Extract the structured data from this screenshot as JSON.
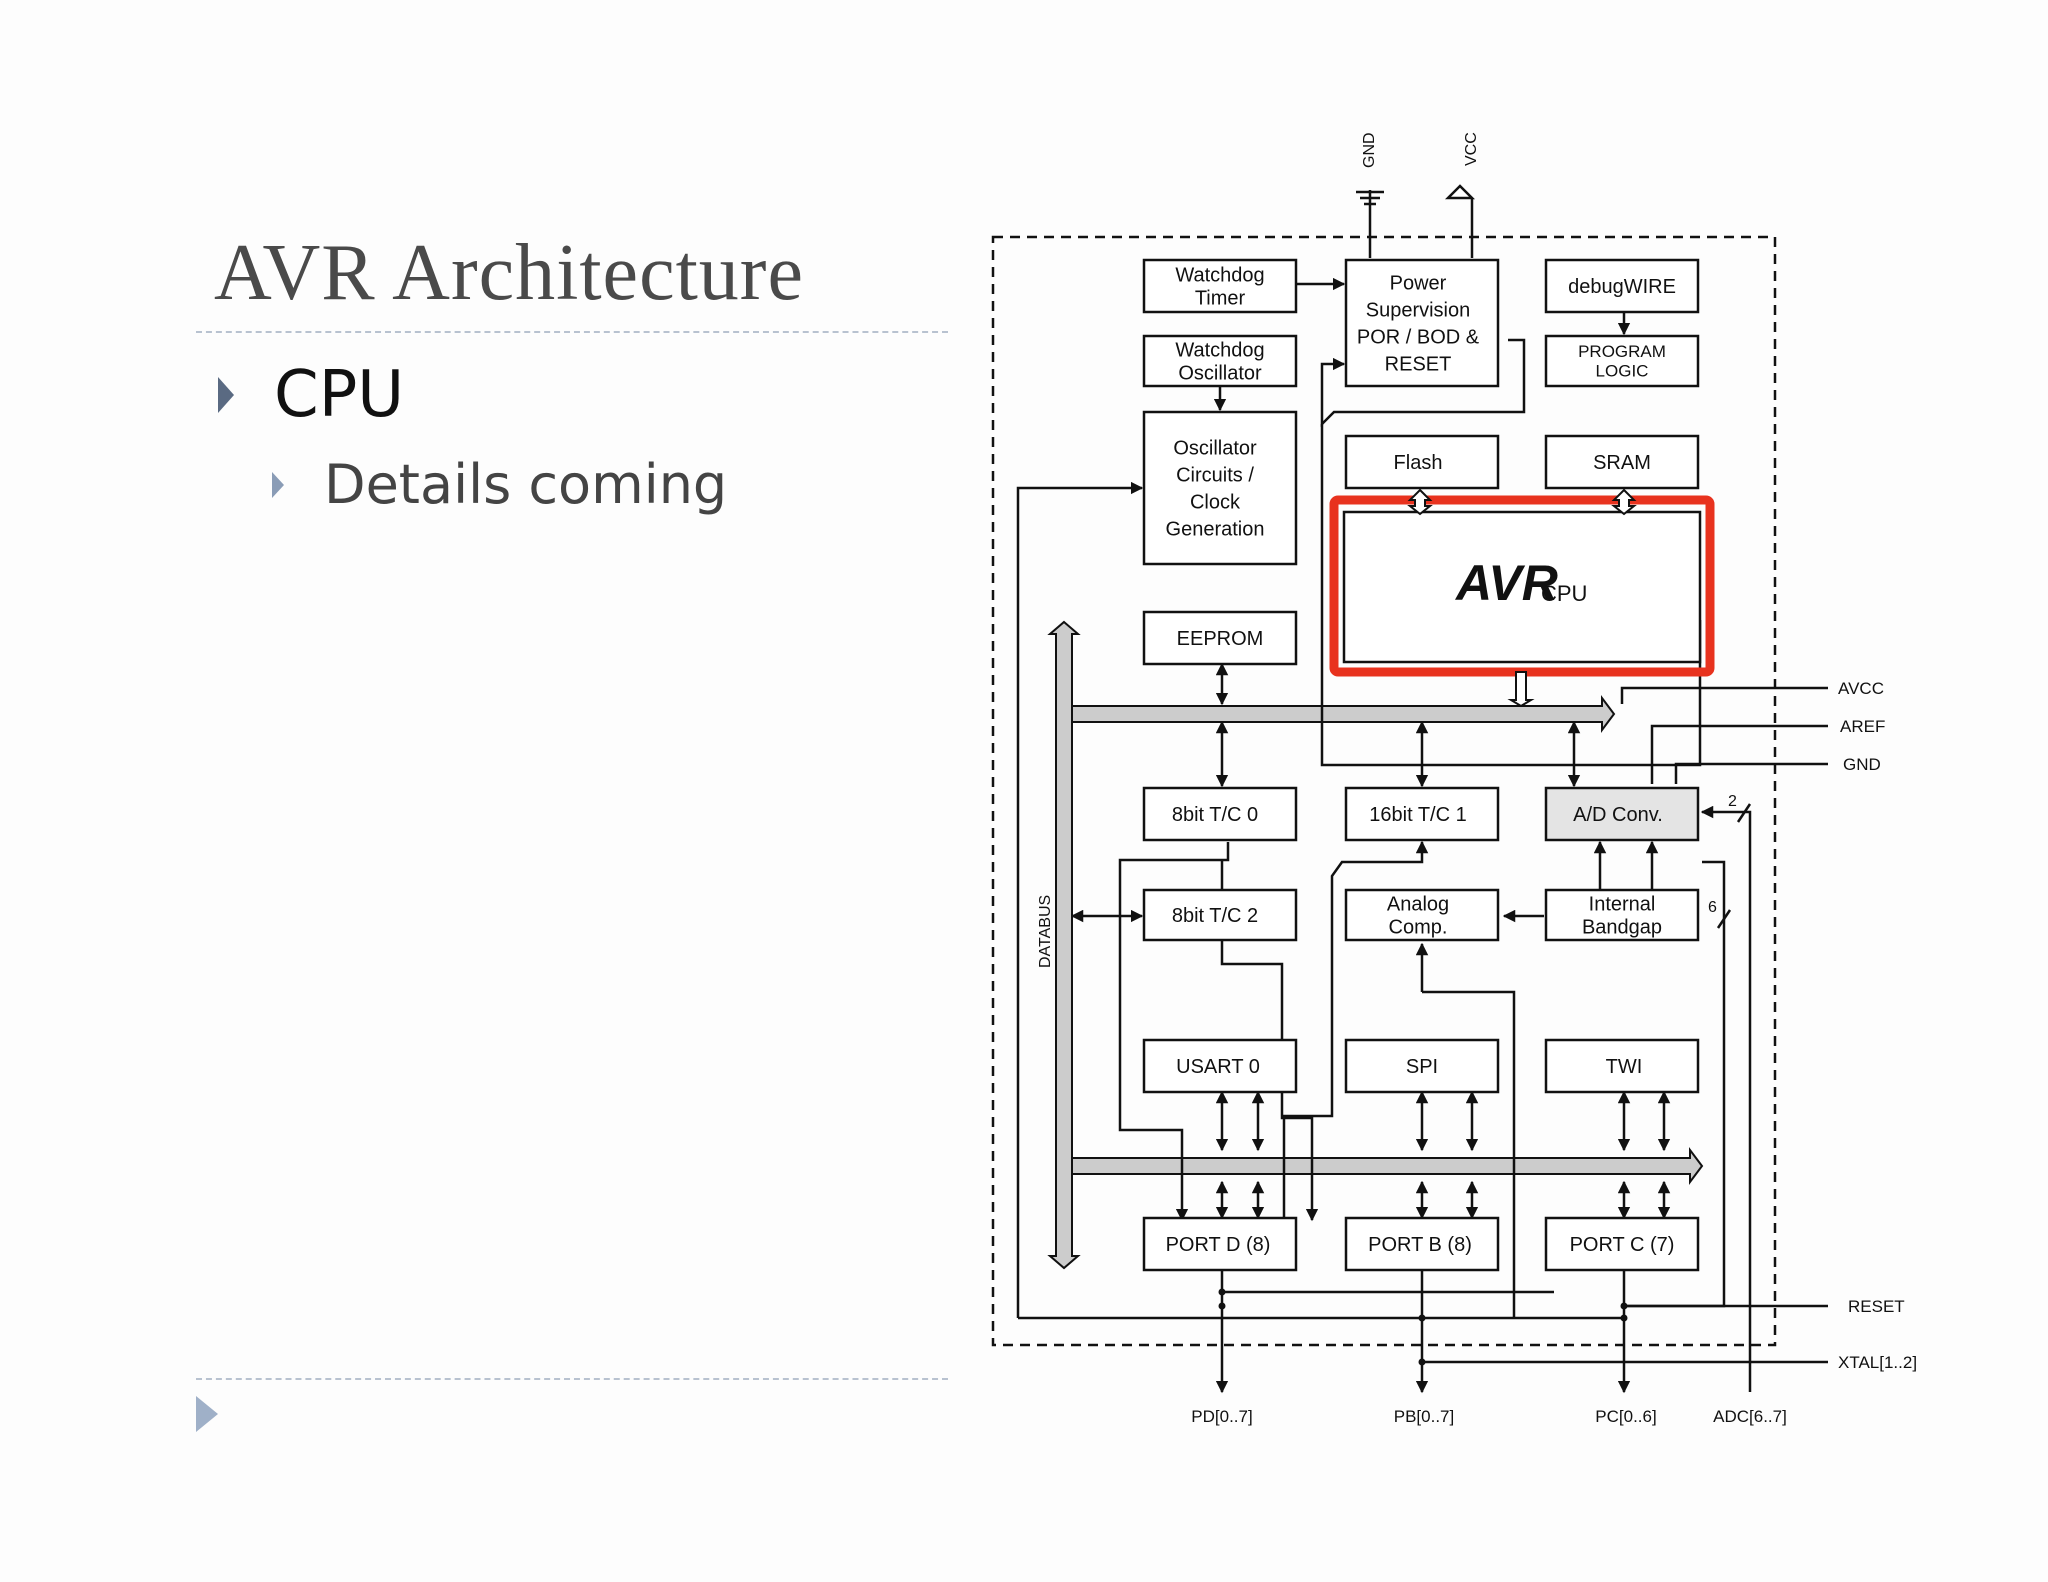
{
  "slide": {
    "title": "AVR Architecture",
    "bullet_level1": "CPU",
    "bullet_level2": "Details coming"
  },
  "diagram": {
    "pins_top": {
      "gnd": "GND",
      "vcc": "VCC"
    },
    "blocks": {
      "watchdog_timer": [
        "Watchdog",
        "Timer"
      ],
      "watchdog_oscillator": [
        "Watchdog",
        "Oscillator"
      ],
      "oscillator_circuits": [
        "Oscillator",
        "Circuits /",
        "Clock",
        "Generation"
      ],
      "power_supervision": [
        "Power",
        "Supervision",
        "POR / BOD &",
        "RESET"
      ],
      "debugwire": [
        "debugWIRE"
      ],
      "program_logic": [
        "PROGRAM",
        "LOGIC"
      ],
      "flash": [
        "Flash"
      ],
      "sram": [
        "SRAM"
      ],
      "cpu_logo": "AVR",
      "cpu_label": "CPU",
      "eeprom": [
        "EEPROM"
      ],
      "tc0": [
        "8bit T/C 0"
      ],
      "tc1": [
        "16bit T/C 1"
      ],
      "adc": [
        "A/D Conv."
      ],
      "tc2": [
        "8bit T/C 2"
      ],
      "analog_comp": [
        "Analog",
        "Comp."
      ],
      "bandgap": [
        "Internal",
        "Bandgap"
      ],
      "usart": [
        "USART 0"
      ],
      "spi": [
        "SPI"
      ],
      "twi": [
        "TWI"
      ],
      "port_d": [
        "PORT D (8)"
      ],
      "port_b": [
        "PORT B (8)"
      ],
      "port_c": [
        "PORT C (7)"
      ]
    },
    "databus_label": "DATABUS",
    "right_pins": {
      "avcc": "AVCC",
      "aref": "AREF",
      "gnd": "GND",
      "reset": "RESET",
      "xtal": "XTAL[1..2]"
    },
    "bottom_pins": {
      "pd": "PD[0..7]",
      "pb": "PB[0..7]",
      "pc": "PC[0..6]",
      "adc": "ADC[6..7]"
    },
    "bus_widths": {
      "adc_in": "2",
      "bandgap_out": "6"
    },
    "highlight_color": "#e8321e"
  }
}
